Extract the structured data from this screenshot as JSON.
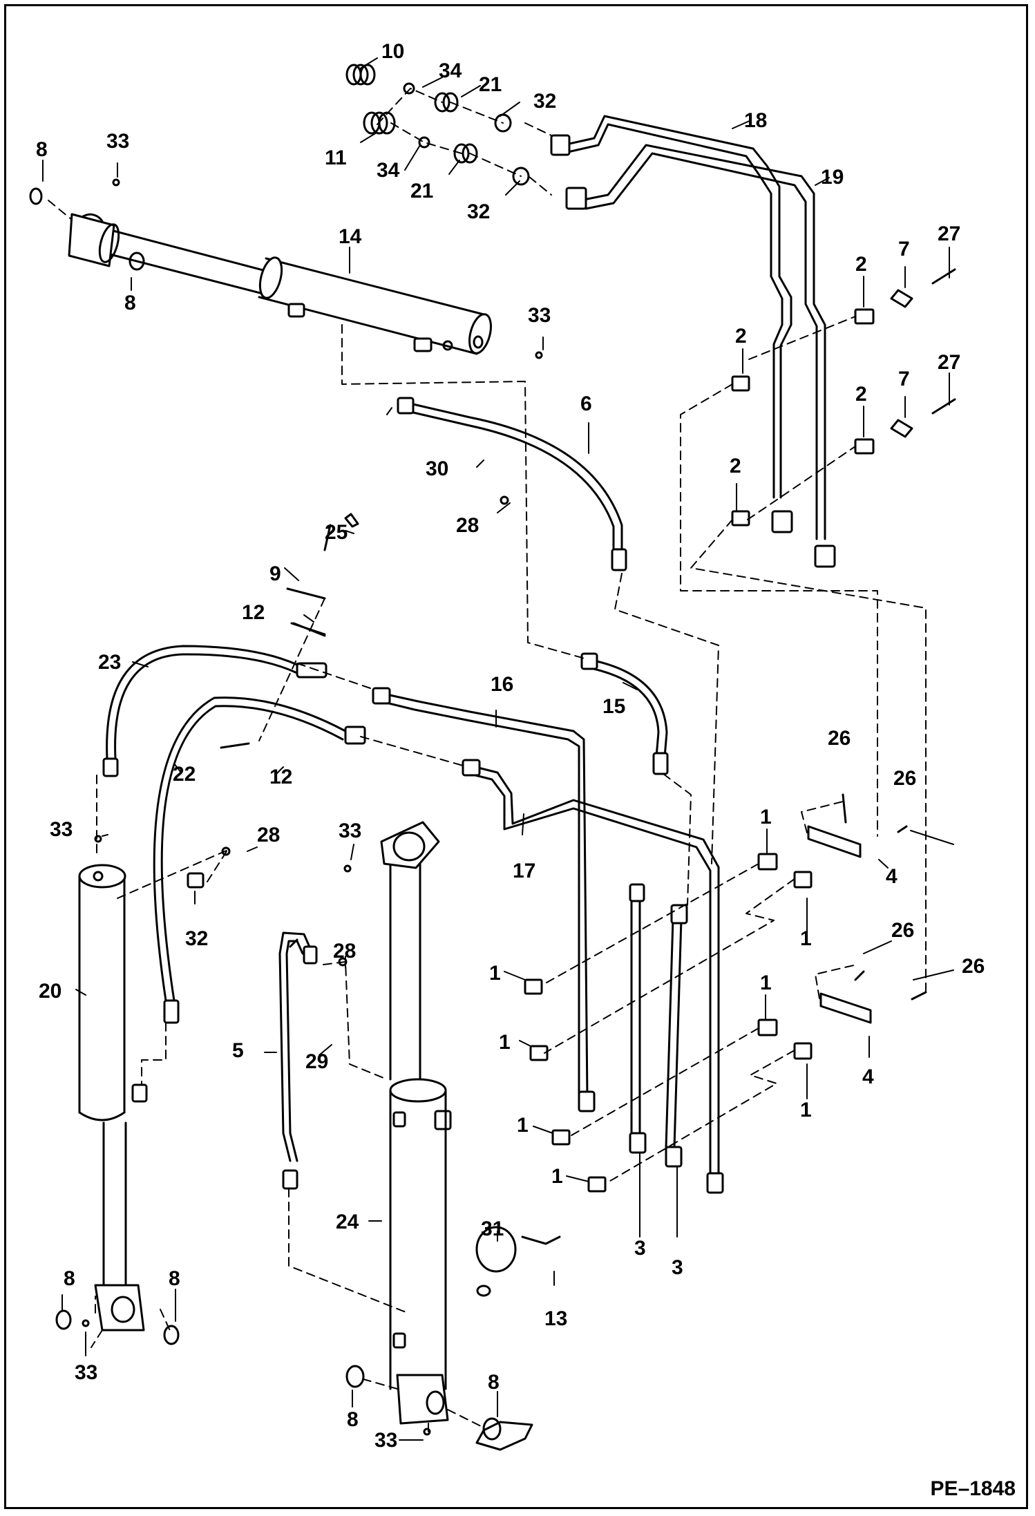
{
  "document_code": "PE–1848",
  "part_numbers": [
    "1",
    "2",
    "3",
    "4",
    "5",
    "6",
    "7",
    "8",
    "9",
    "10",
    "11",
    "12",
    "13",
    "14",
    "15",
    "16",
    "17",
    "18",
    "19",
    "20",
    "21",
    "22",
    "23",
    "24",
    "25",
    "26",
    "27",
    "28",
    "29",
    "30",
    "31",
    "32",
    "33",
    "34"
  ]
}
